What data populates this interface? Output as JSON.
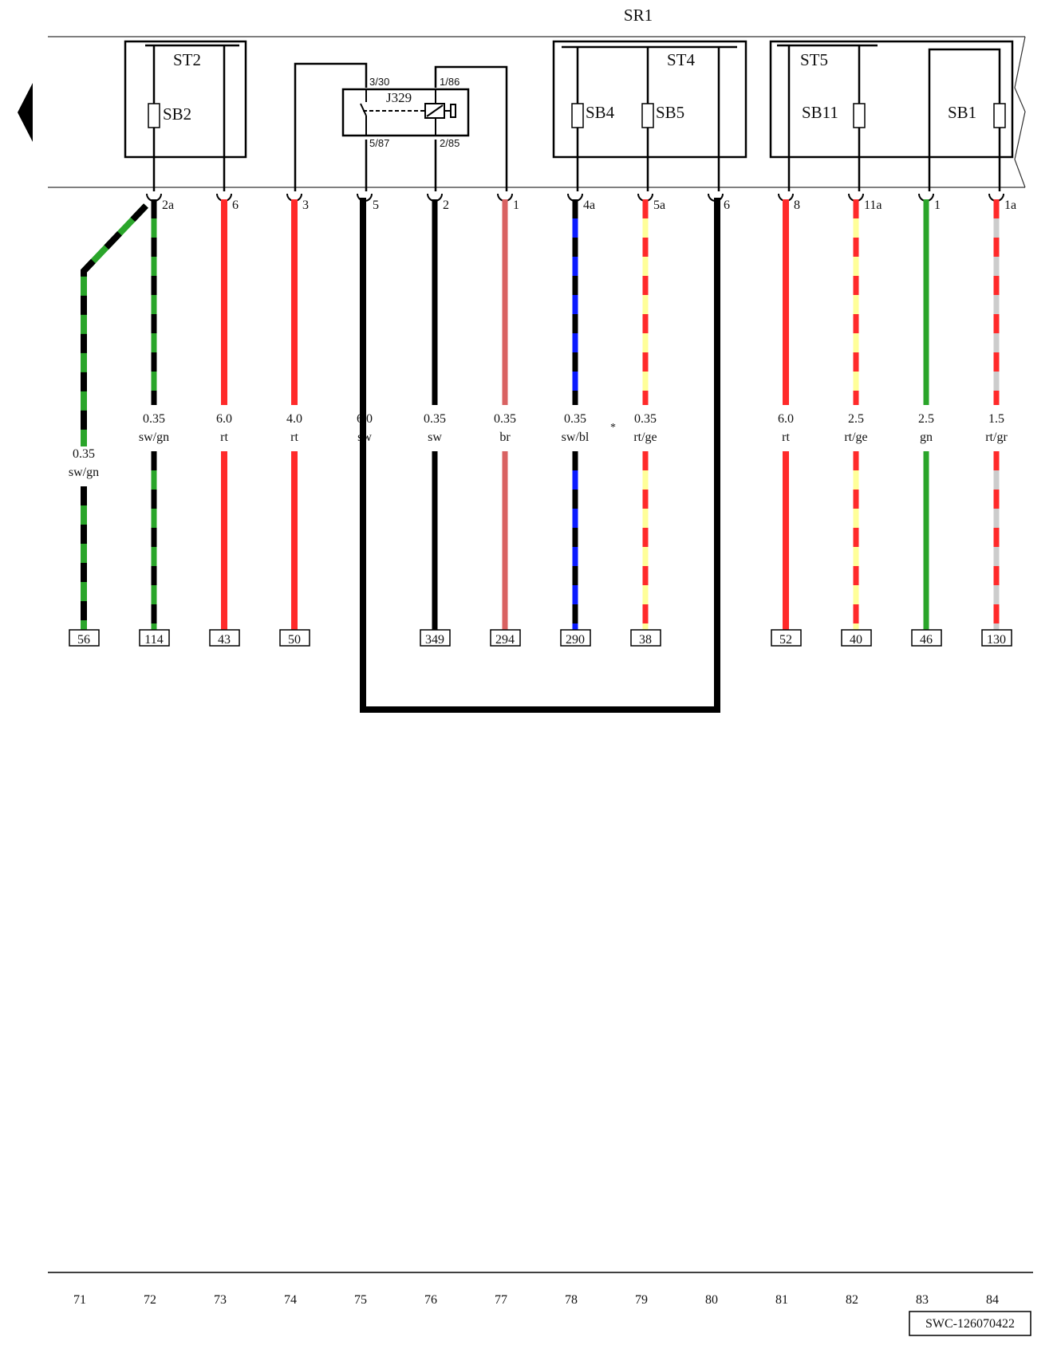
{
  "main_box": {
    "label": "SR1"
  },
  "boxes": [
    {
      "label": "ST2"
    },
    {
      "label": "ST4"
    },
    {
      "label": "ST5"
    }
  ],
  "fuses": [
    {
      "label": "SB2"
    },
    {
      "label": "SB4"
    },
    {
      "label": "SB5"
    },
    {
      "label": "SB11"
    },
    {
      "label": "SB1"
    }
  ],
  "relay": {
    "label": "J329",
    "pins": [
      "3/30",
      "1/86",
      "5/87",
      "2/85"
    ]
  },
  "wires": [
    {
      "pin": "",
      "size": "0.35",
      "color_code": "sw/gn",
      "ref": "56",
      "colors": [
        "#000000",
        "#2aa52a"
      ]
    },
    {
      "pin": "2a",
      "size": "0.35",
      "color_code": "sw/gn",
      "ref": "114",
      "colors": [
        "#000000",
        "#2aa52a"
      ]
    },
    {
      "pin": "6",
      "size": "6.0",
      "color_code": "rt",
      "ref": "43",
      "colors": [
        "#ff2a2a"
      ]
    },
    {
      "pin": "3",
      "size": "4.0",
      "color_code": "rt",
      "ref": "50",
      "colors": [
        "#ff2a2a"
      ]
    },
    {
      "pin": "5",
      "size": "6.0",
      "color_code": "sw",
      "ref": "",
      "colors": [
        "#000000"
      ]
    },
    {
      "pin": "2",
      "size": "0.35",
      "color_code": "sw",
      "ref": "349",
      "colors": [
        "#000000"
      ]
    },
    {
      "pin": "1",
      "size": "0.35",
      "color_code": "br",
      "ref": "294",
      "colors": [
        "#d96262"
      ]
    },
    {
      "pin": "4a",
      "size": "0.35",
      "color_code": "sw/bl",
      "ref": "290",
      "colors": [
        "#000000",
        "#0a1aff"
      ]
    },
    {
      "pin": "5a",
      "size": "0.35",
      "color_code": "rt/ge",
      "ref": "38",
      "colors": [
        "#ff2a2a",
        "#ffff99"
      ]
    },
    {
      "pin": "6",
      "size": "",
      "color_code": "",
      "ref": "",
      "colors": [
        "#000000"
      ]
    },
    {
      "pin": "8",
      "size": "6.0",
      "color_code": "rt",
      "ref": "52",
      "colors": [
        "#ff2a2a"
      ]
    },
    {
      "pin": "11a",
      "size": "2.5",
      "color_code": "rt/ge",
      "ref": "40",
      "colors": [
        "#ff2a2a",
        "#ffff99"
      ]
    },
    {
      "pin": "1",
      "size": "2.5",
      "color_code": "gn",
      "ref": "46",
      "colors": [
        "#2aa52a"
      ]
    },
    {
      "pin": "1a",
      "size": "1.5",
      "color_code": "rt/gr",
      "ref": "130",
      "colors": [
        "#ff2a2a",
        "#cccccc"
      ]
    }
  ],
  "asterisk": "*",
  "grid_numbers": [
    "71",
    "72",
    "73",
    "74",
    "75",
    "76",
    "77",
    "78",
    "79",
    "80",
    "81",
    "82",
    "83",
    "84"
  ],
  "doc_id": "SWC-126070422"
}
